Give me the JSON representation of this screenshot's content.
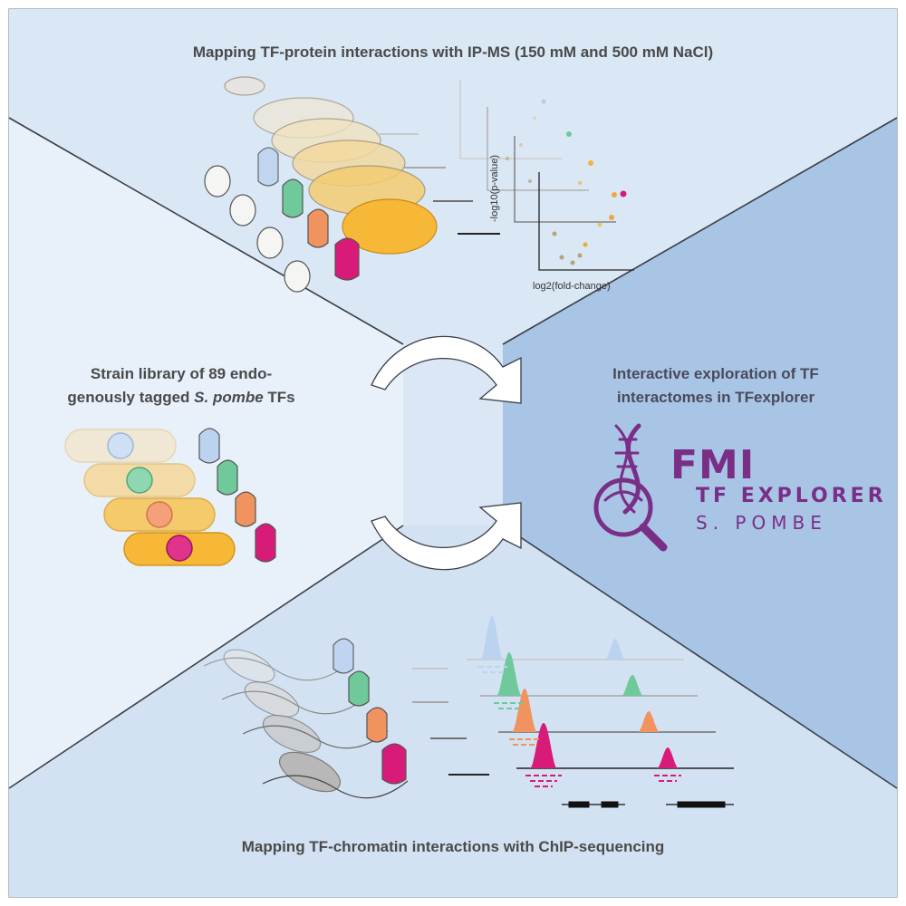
{
  "panels": {
    "top": {
      "title": "Mapping TF-protein interactions with IP-MS (150 mM and 500 mM NaCl)"
    },
    "left": {
      "title_line1": "Strain library of 89 endo-",
      "title_line2_pre": "genously tagged ",
      "title_line2_em": "S. pombe",
      "title_line2_post": " TFs"
    },
    "right": {
      "title_line1": "Interactive exploration of TF",
      "title_line2": "interactomes in TFexplorer"
    },
    "bottom": {
      "title": "Mapping TF-chromatin interactions with ChIP-sequencing"
    }
  },
  "volcano": {
    "xlabel": "log2(fold-change)",
    "ylabel": "-log10(p-value)"
  },
  "logo": {
    "fmi": "FMI",
    "line1": "TF EXPLORER",
    "line2": "S. POMBE"
  },
  "colors": {
    "tf_blue": "#bcd3f0",
    "tf_green": "#6fc99a",
    "tf_orange": "#f0935e",
    "tf_magenta": "#d81b78",
    "brand_purple": "#7a2e86",
    "panel_top": "#dae7f5",
    "panel_left": "#e8f1fa",
    "panel_right": "#a9c5e6",
    "panel_bottom": "#d3e2f2"
  }
}
